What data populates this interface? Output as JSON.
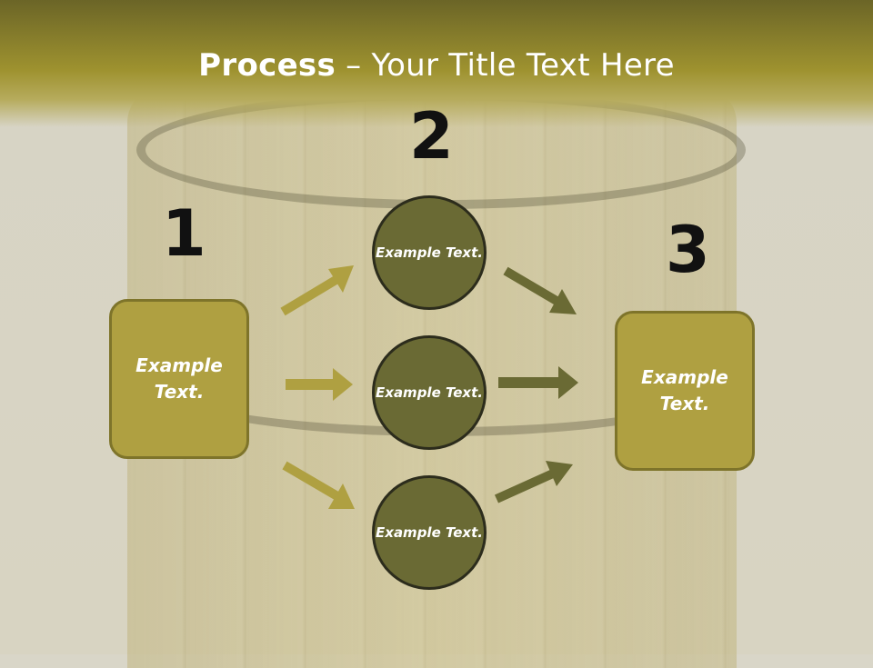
{
  "title": {
    "bold": "Process",
    "rest": " – Your Title Text Here"
  },
  "numbers": [
    "1",
    "2",
    "3"
  ],
  "left_box": {
    "label": "Example Text."
  },
  "right_box": {
    "label": "Example Text."
  },
  "circles": [
    {
      "label": "Example Text."
    },
    {
      "label": "Example Text."
    },
    {
      "label": "Example Text."
    }
  ],
  "colors": {
    "header_dark": "#6b6527",
    "box_fill": "#afa041",
    "circle_fill": "#6a6a34",
    "arrow_light": "#afa041",
    "arrow_dark": "#6a6a34"
  }
}
